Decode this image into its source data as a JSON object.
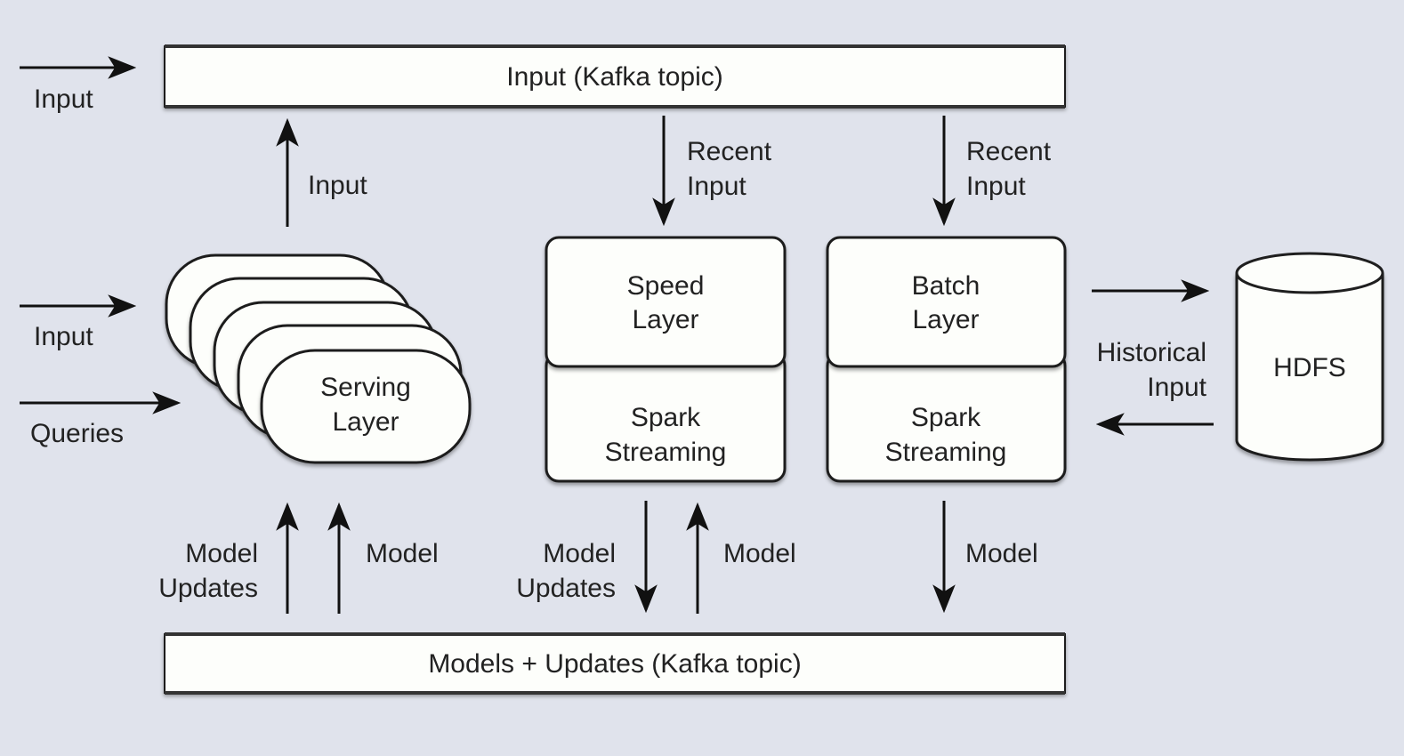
{
  "diagram": {
    "colors": {
      "background": "#e0e3ec",
      "box_fill": "#fdfefb",
      "stroke": "#1f1f1f",
      "text": "#222222"
    },
    "topics": {
      "input": "Input (Kafka topic)",
      "models_updates": "Models + Updates (Kafka topic)"
    },
    "serving": {
      "line1": "Serving",
      "line2": "Layer",
      "stack_count": 5
    },
    "speed": {
      "top1": "Speed",
      "top2": "Layer",
      "bottom1": "Spark",
      "bottom2": "Streaming"
    },
    "batch": {
      "top1": "Batch",
      "top2": "Layer",
      "bottom1": "Spark",
      "bottom2": "Streaming"
    },
    "hdfs": {
      "label": "HDFS"
    },
    "edge_labels": {
      "external_input_top": "Input",
      "external_input_serving": "Input",
      "queries": "Queries",
      "serving_to_input": "Input",
      "recent_input_speed": [
        "Recent",
        "Input"
      ],
      "recent_input_batch": [
        "Recent",
        "Input"
      ],
      "historical_input": [
        "Historical",
        "Input"
      ],
      "serving_model_updates": [
        "Model",
        "Updates"
      ],
      "serving_model": "Model",
      "speed_model_updates": [
        "Model",
        "Updates"
      ],
      "speed_model": "Model",
      "batch_model": "Model"
    }
  }
}
